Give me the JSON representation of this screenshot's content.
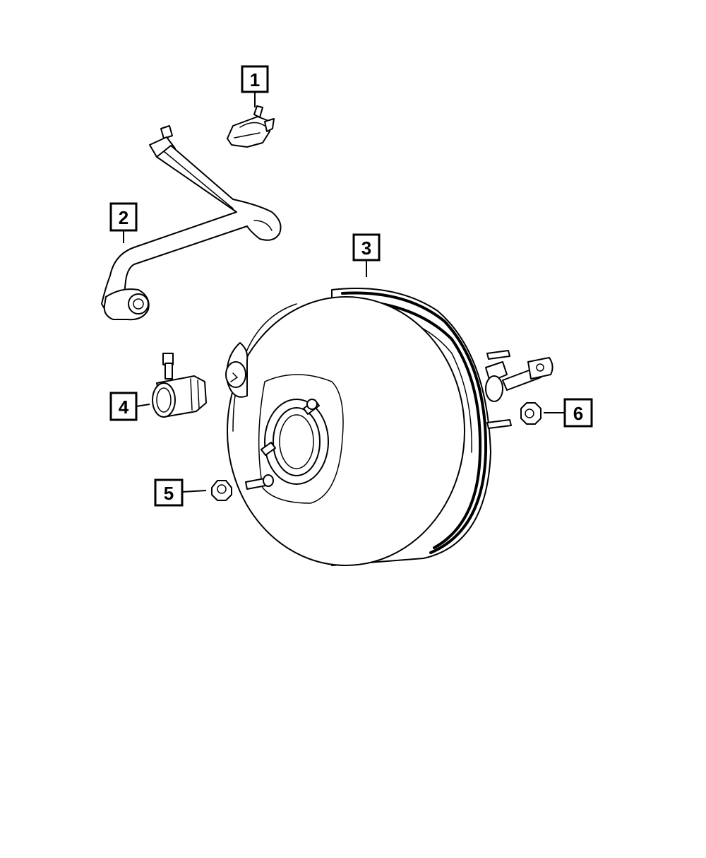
{
  "callouts": [
    {
      "id": "1",
      "part": "hose-clip"
    },
    {
      "id": "2",
      "part": "vacuum-hose"
    },
    {
      "id": "3",
      "part": "brake-booster"
    },
    {
      "id": "4",
      "part": "check-valve"
    },
    {
      "id": "5",
      "part": "nut"
    },
    {
      "id": "6",
      "part": "nut"
    }
  ],
  "colors": {
    "line": "#000000",
    "background": "#ffffff"
  }
}
